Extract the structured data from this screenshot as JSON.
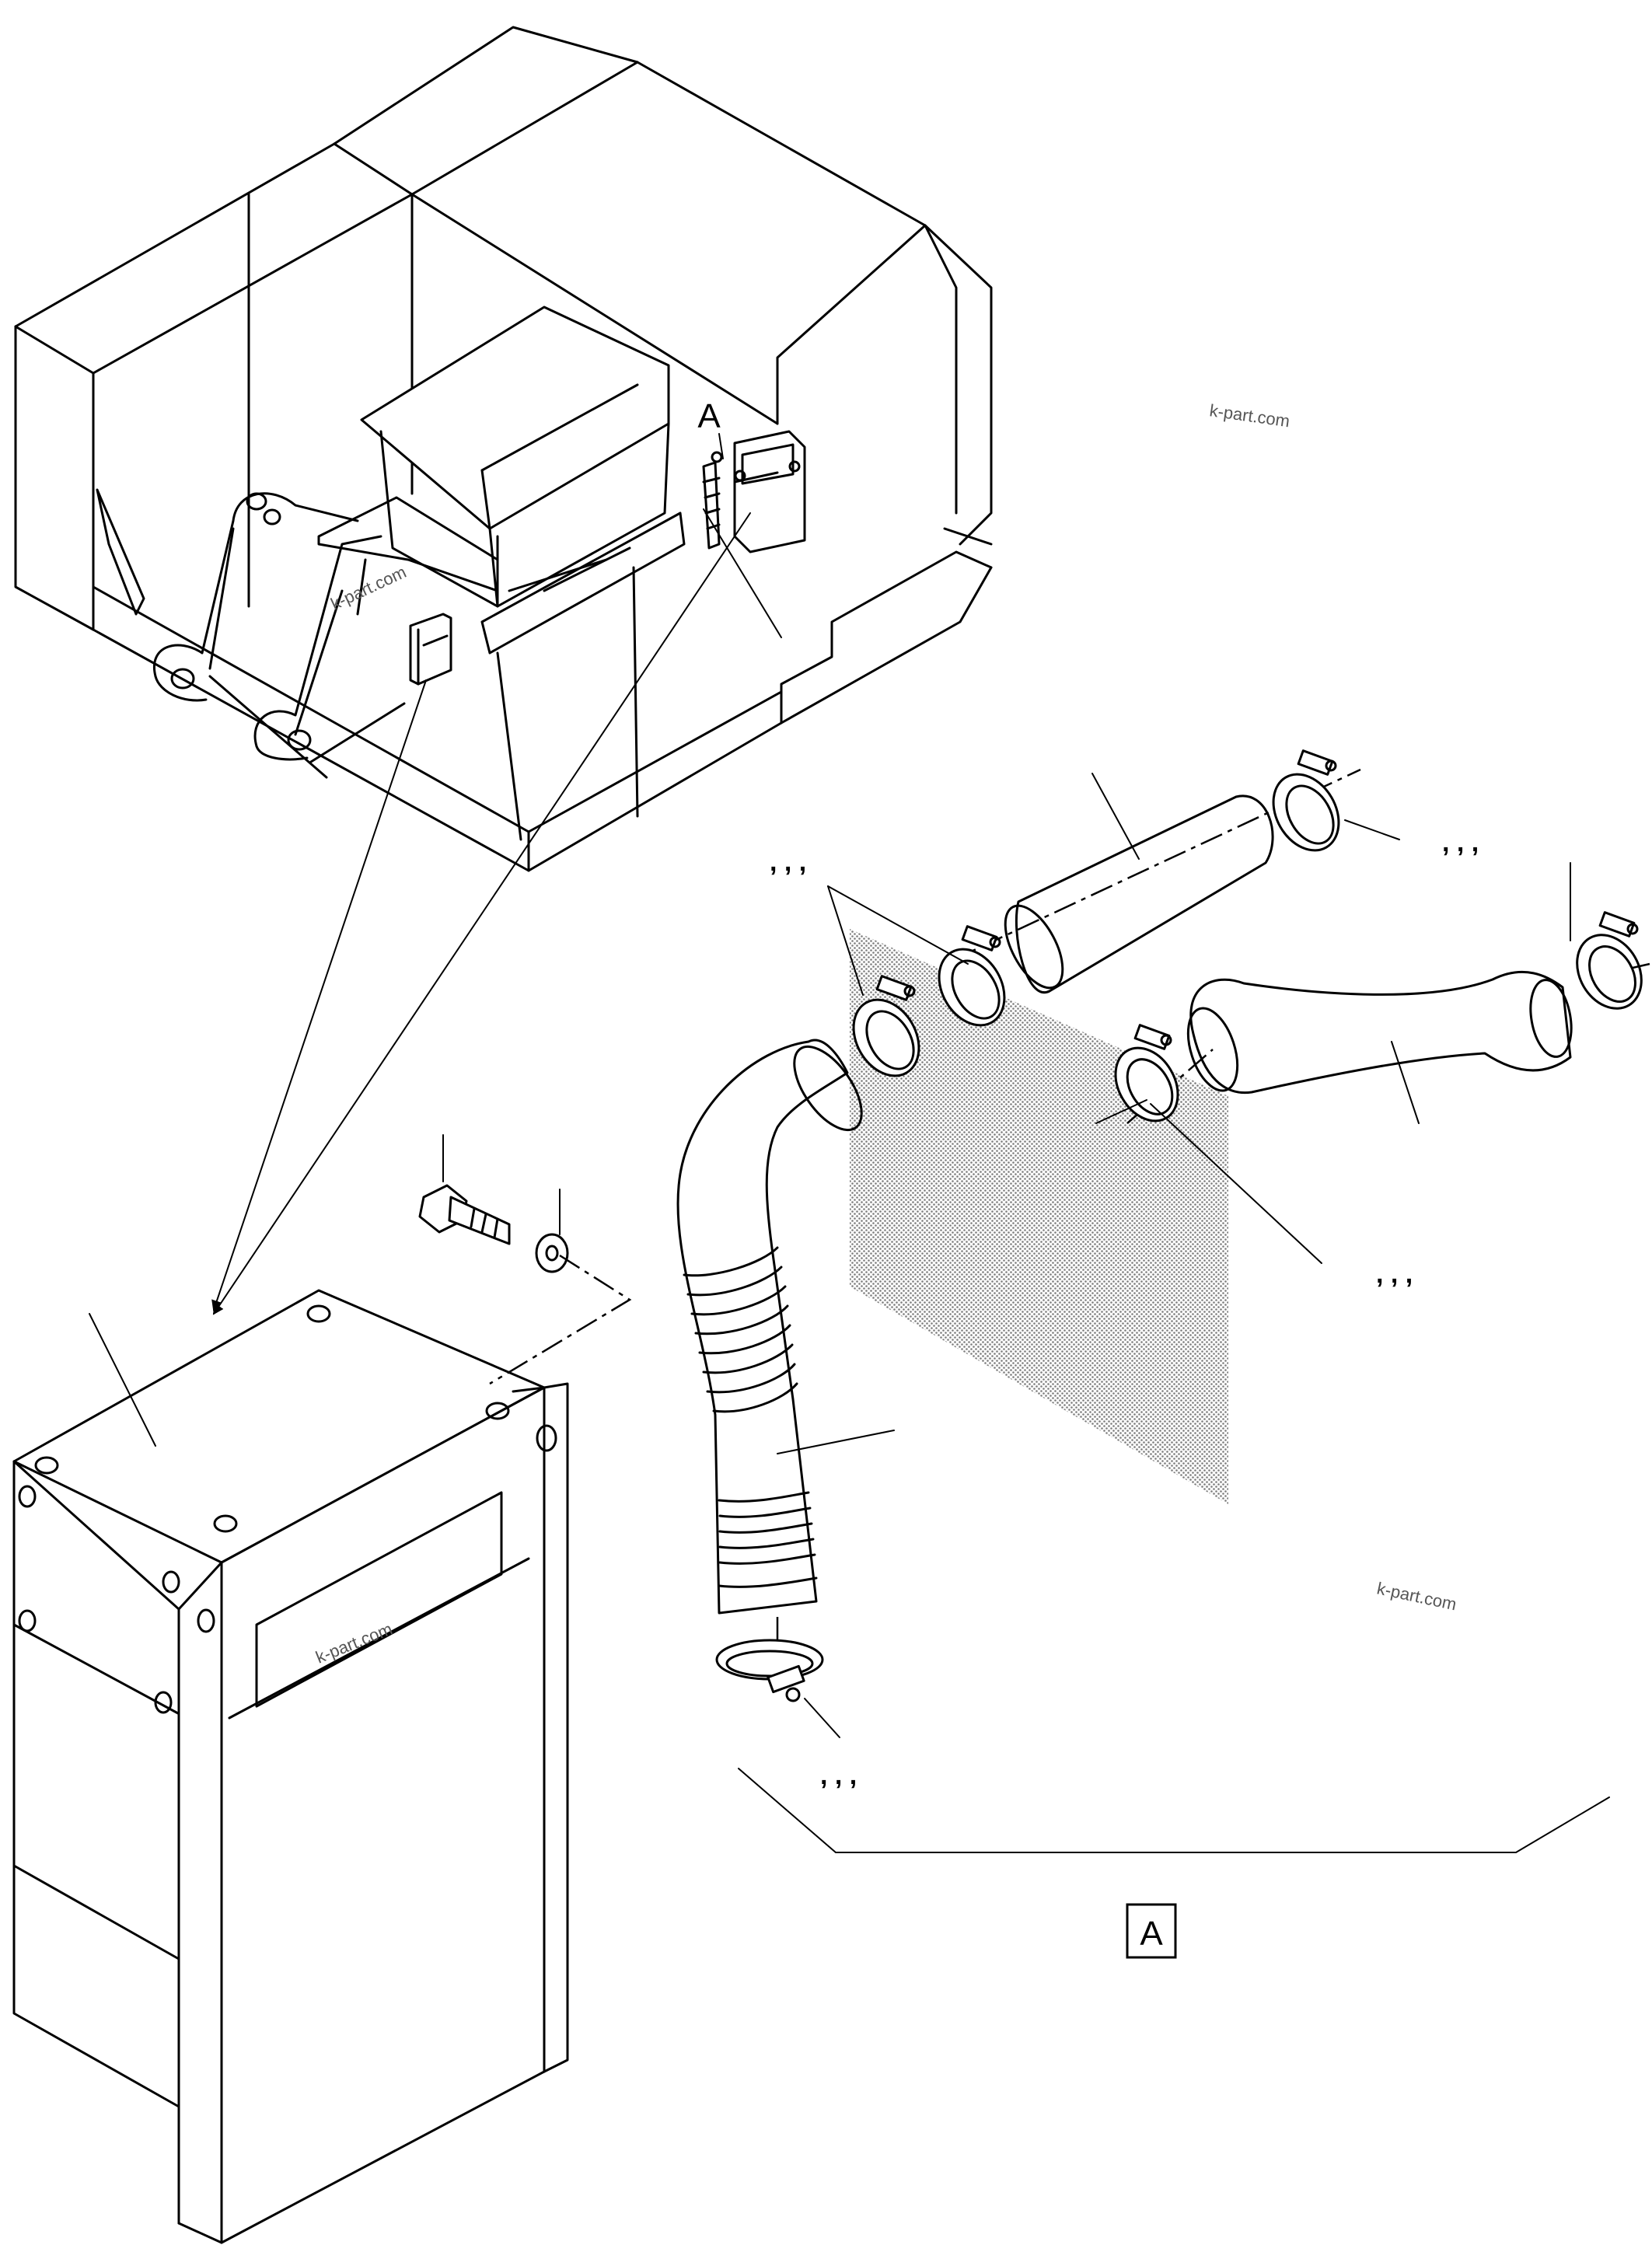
{
  "callout_letter": "A",
  "view_label": "A",
  "watermarks": [
    "k-part.com",
    "k-part.com",
    "k-part.com",
    "k-part.com"
  ],
  "comma_labels": [
    ", , ,",
    ", , ,",
    ", , ,",
    ", , ,"
  ],
  "colors": {
    "line": "#000000",
    "background": "#ffffff",
    "filter_mesh": "#9a9a9a"
  }
}
